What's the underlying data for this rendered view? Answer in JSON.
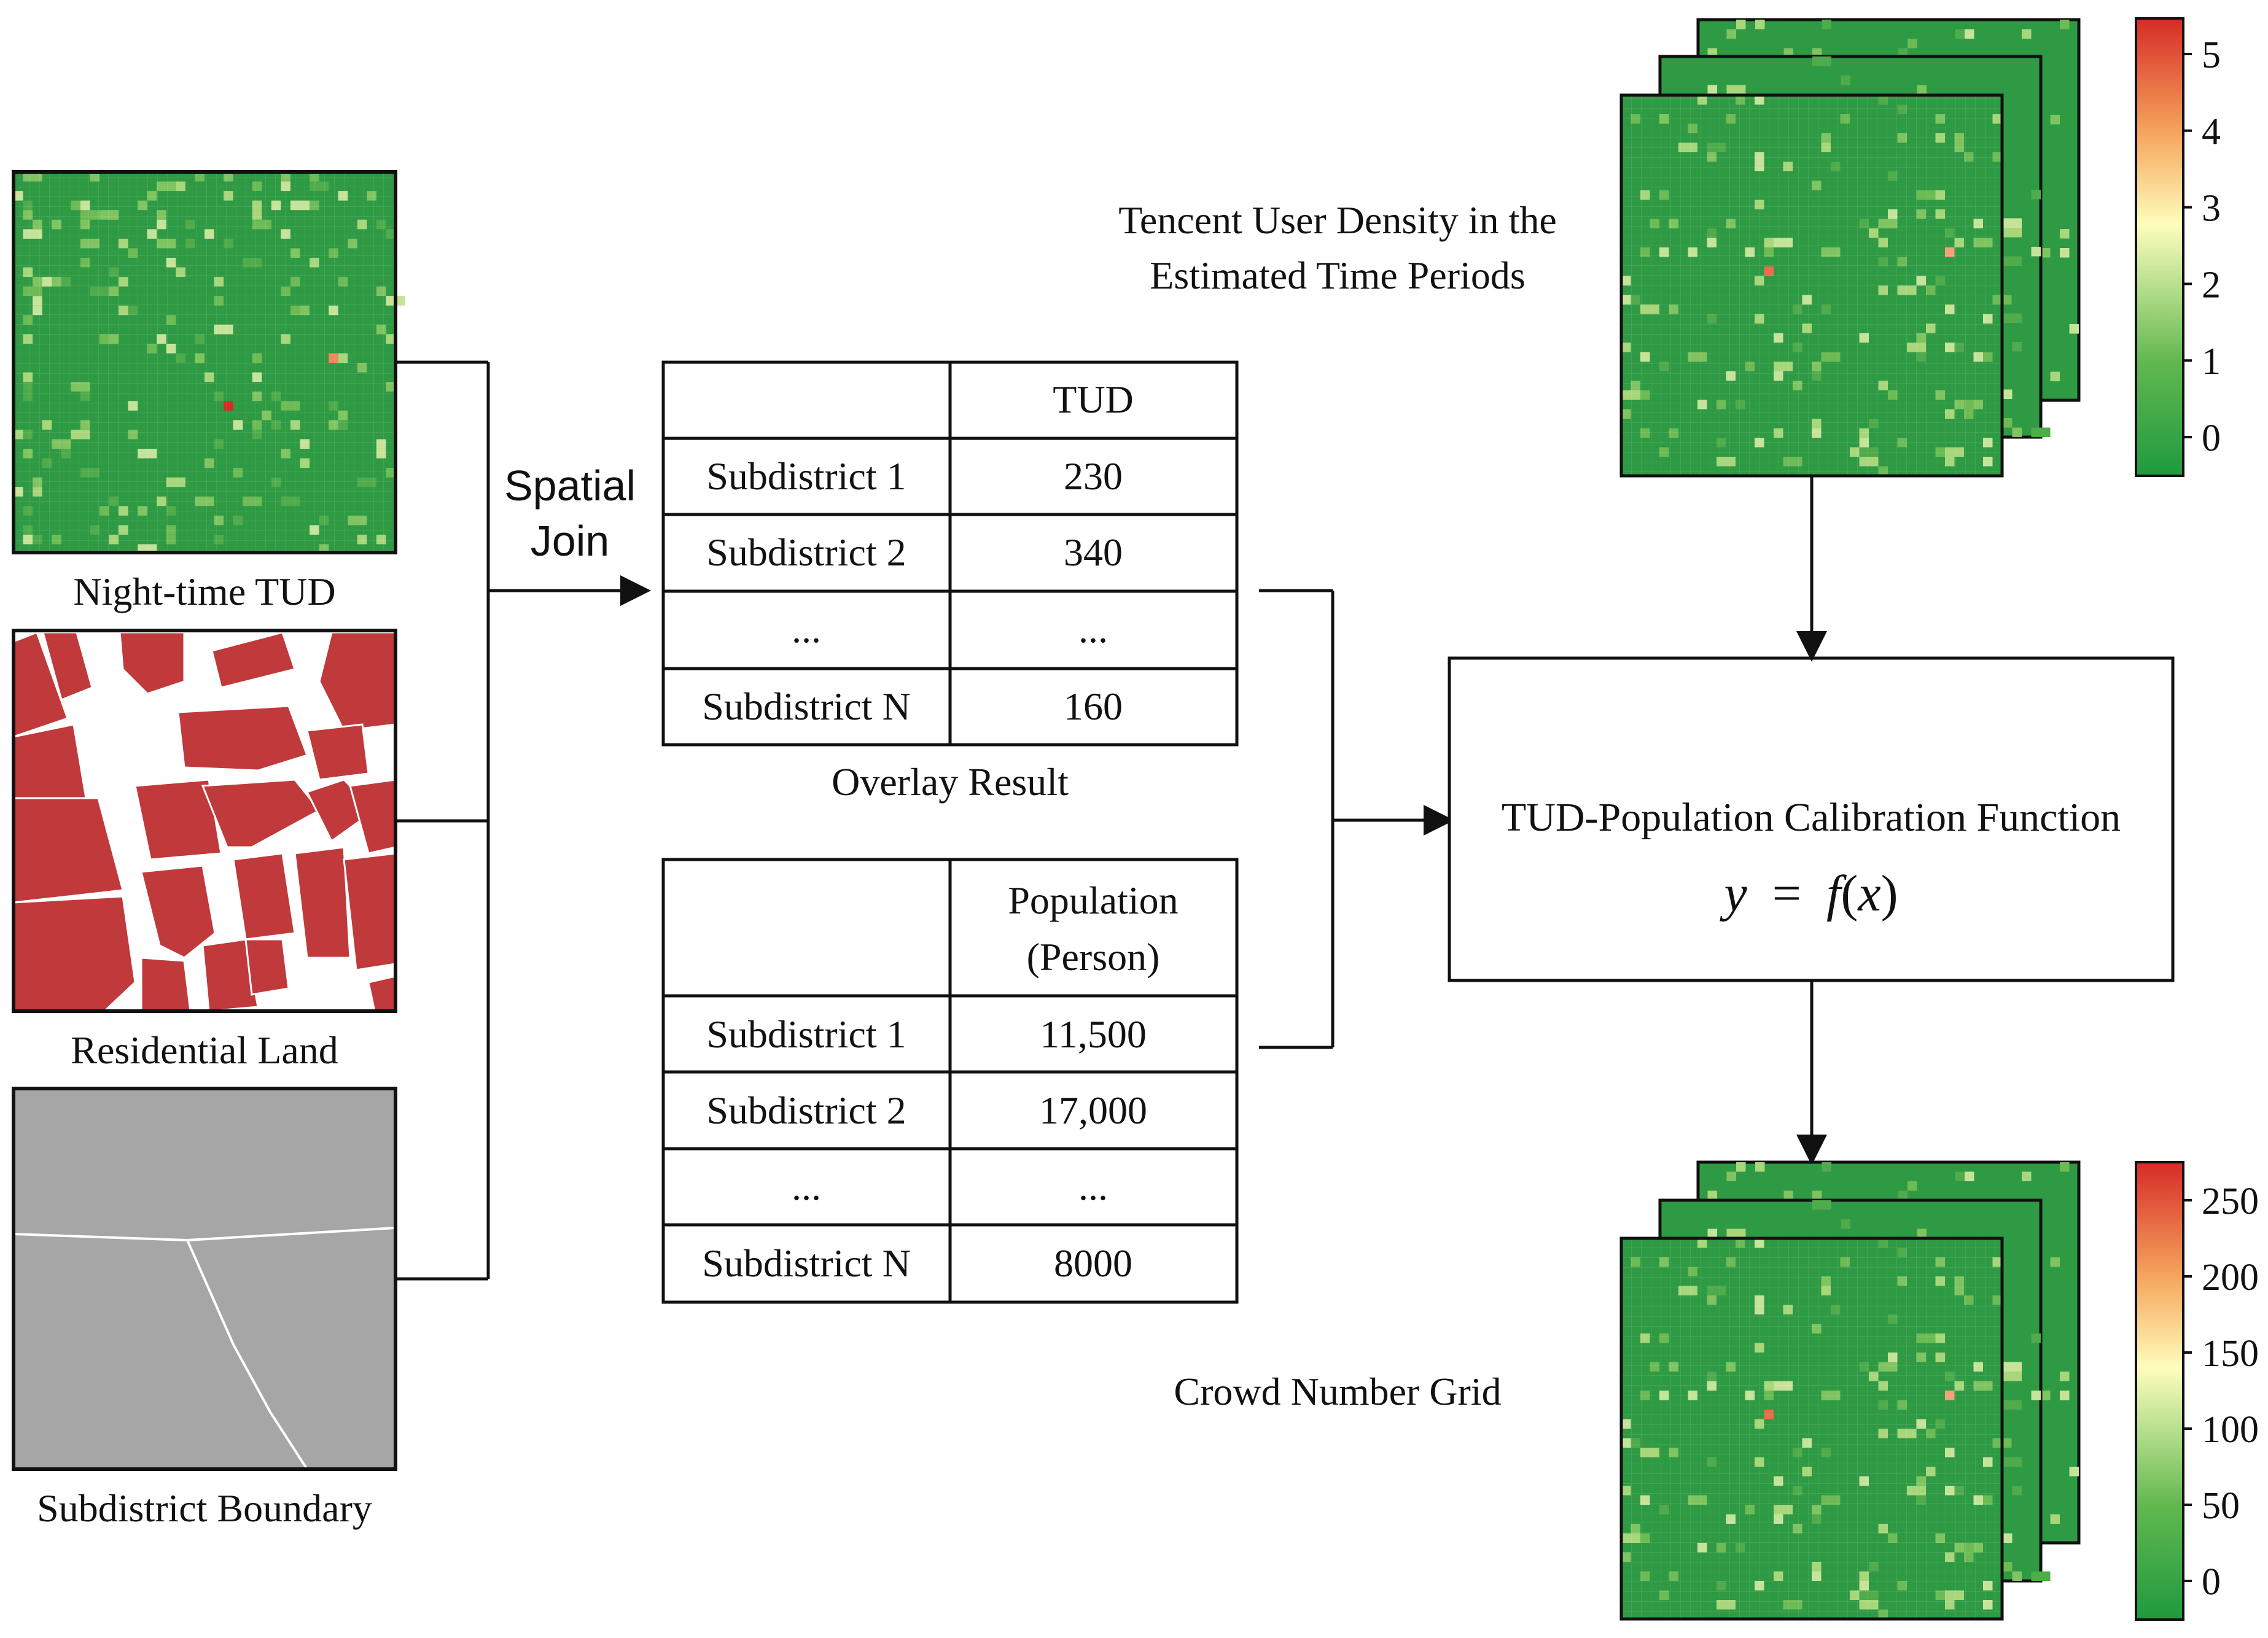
{
  "inputs": {
    "night_tud_caption": "Night-time TUD",
    "residential_caption": "Residential Land",
    "boundary_caption": "Subdistrict Boundary"
  },
  "spatial_join": {
    "line1": "Spatial",
    "line2": "Join"
  },
  "table_tud": {
    "header": [
      "",
      "TUD"
    ],
    "rows": [
      [
        "Subdistrict 1",
        "230"
      ],
      [
        "Subdistrict 2",
        "340"
      ],
      [
        "...",
        "..."
      ],
      [
        "Subdistrict N",
        "160"
      ]
    ],
    "caption": "Overlay Result"
  },
  "table_pop": {
    "header": [
      "",
      "Population",
      "(Person)"
    ],
    "rows": [
      [
        "Subdistrict 1",
        "11,500"
      ],
      [
        "Subdistrict 2",
        "17,000"
      ],
      [
        "...",
        "..."
      ],
      [
        "Subdistrict N",
        "8000"
      ]
    ]
  },
  "calibration": {
    "title": "TUD-Population Calibration Function",
    "formula_y": "y",
    "formula_eq": "=",
    "formula_f": "f",
    "formula_x": "x"
  },
  "tud_stack": {
    "label_line1": "Tencent User Density in the",
    "label_line2": "Estimated Time Periods"
  },
  "tud_colorbar": {
    "ticks": [
      "5",
      "4",
      "3",
      "2",
      "1",
      "0"
    ]
  },
  "crowd_stack": {
    "label": "Crowd Number Grid"
  },
  "crowd_colorbar": {
    "ticks": [
      "250",
      "200",
      "150",
      "100",
      "50",
      "0"
    ]
  },
  "colors": {
    "grid_green": "#2f9a44",
    "land_red": "#c0393b",
    "boundary_gray": "#a6a6a6",
    "line": "#111111"
  }
}
